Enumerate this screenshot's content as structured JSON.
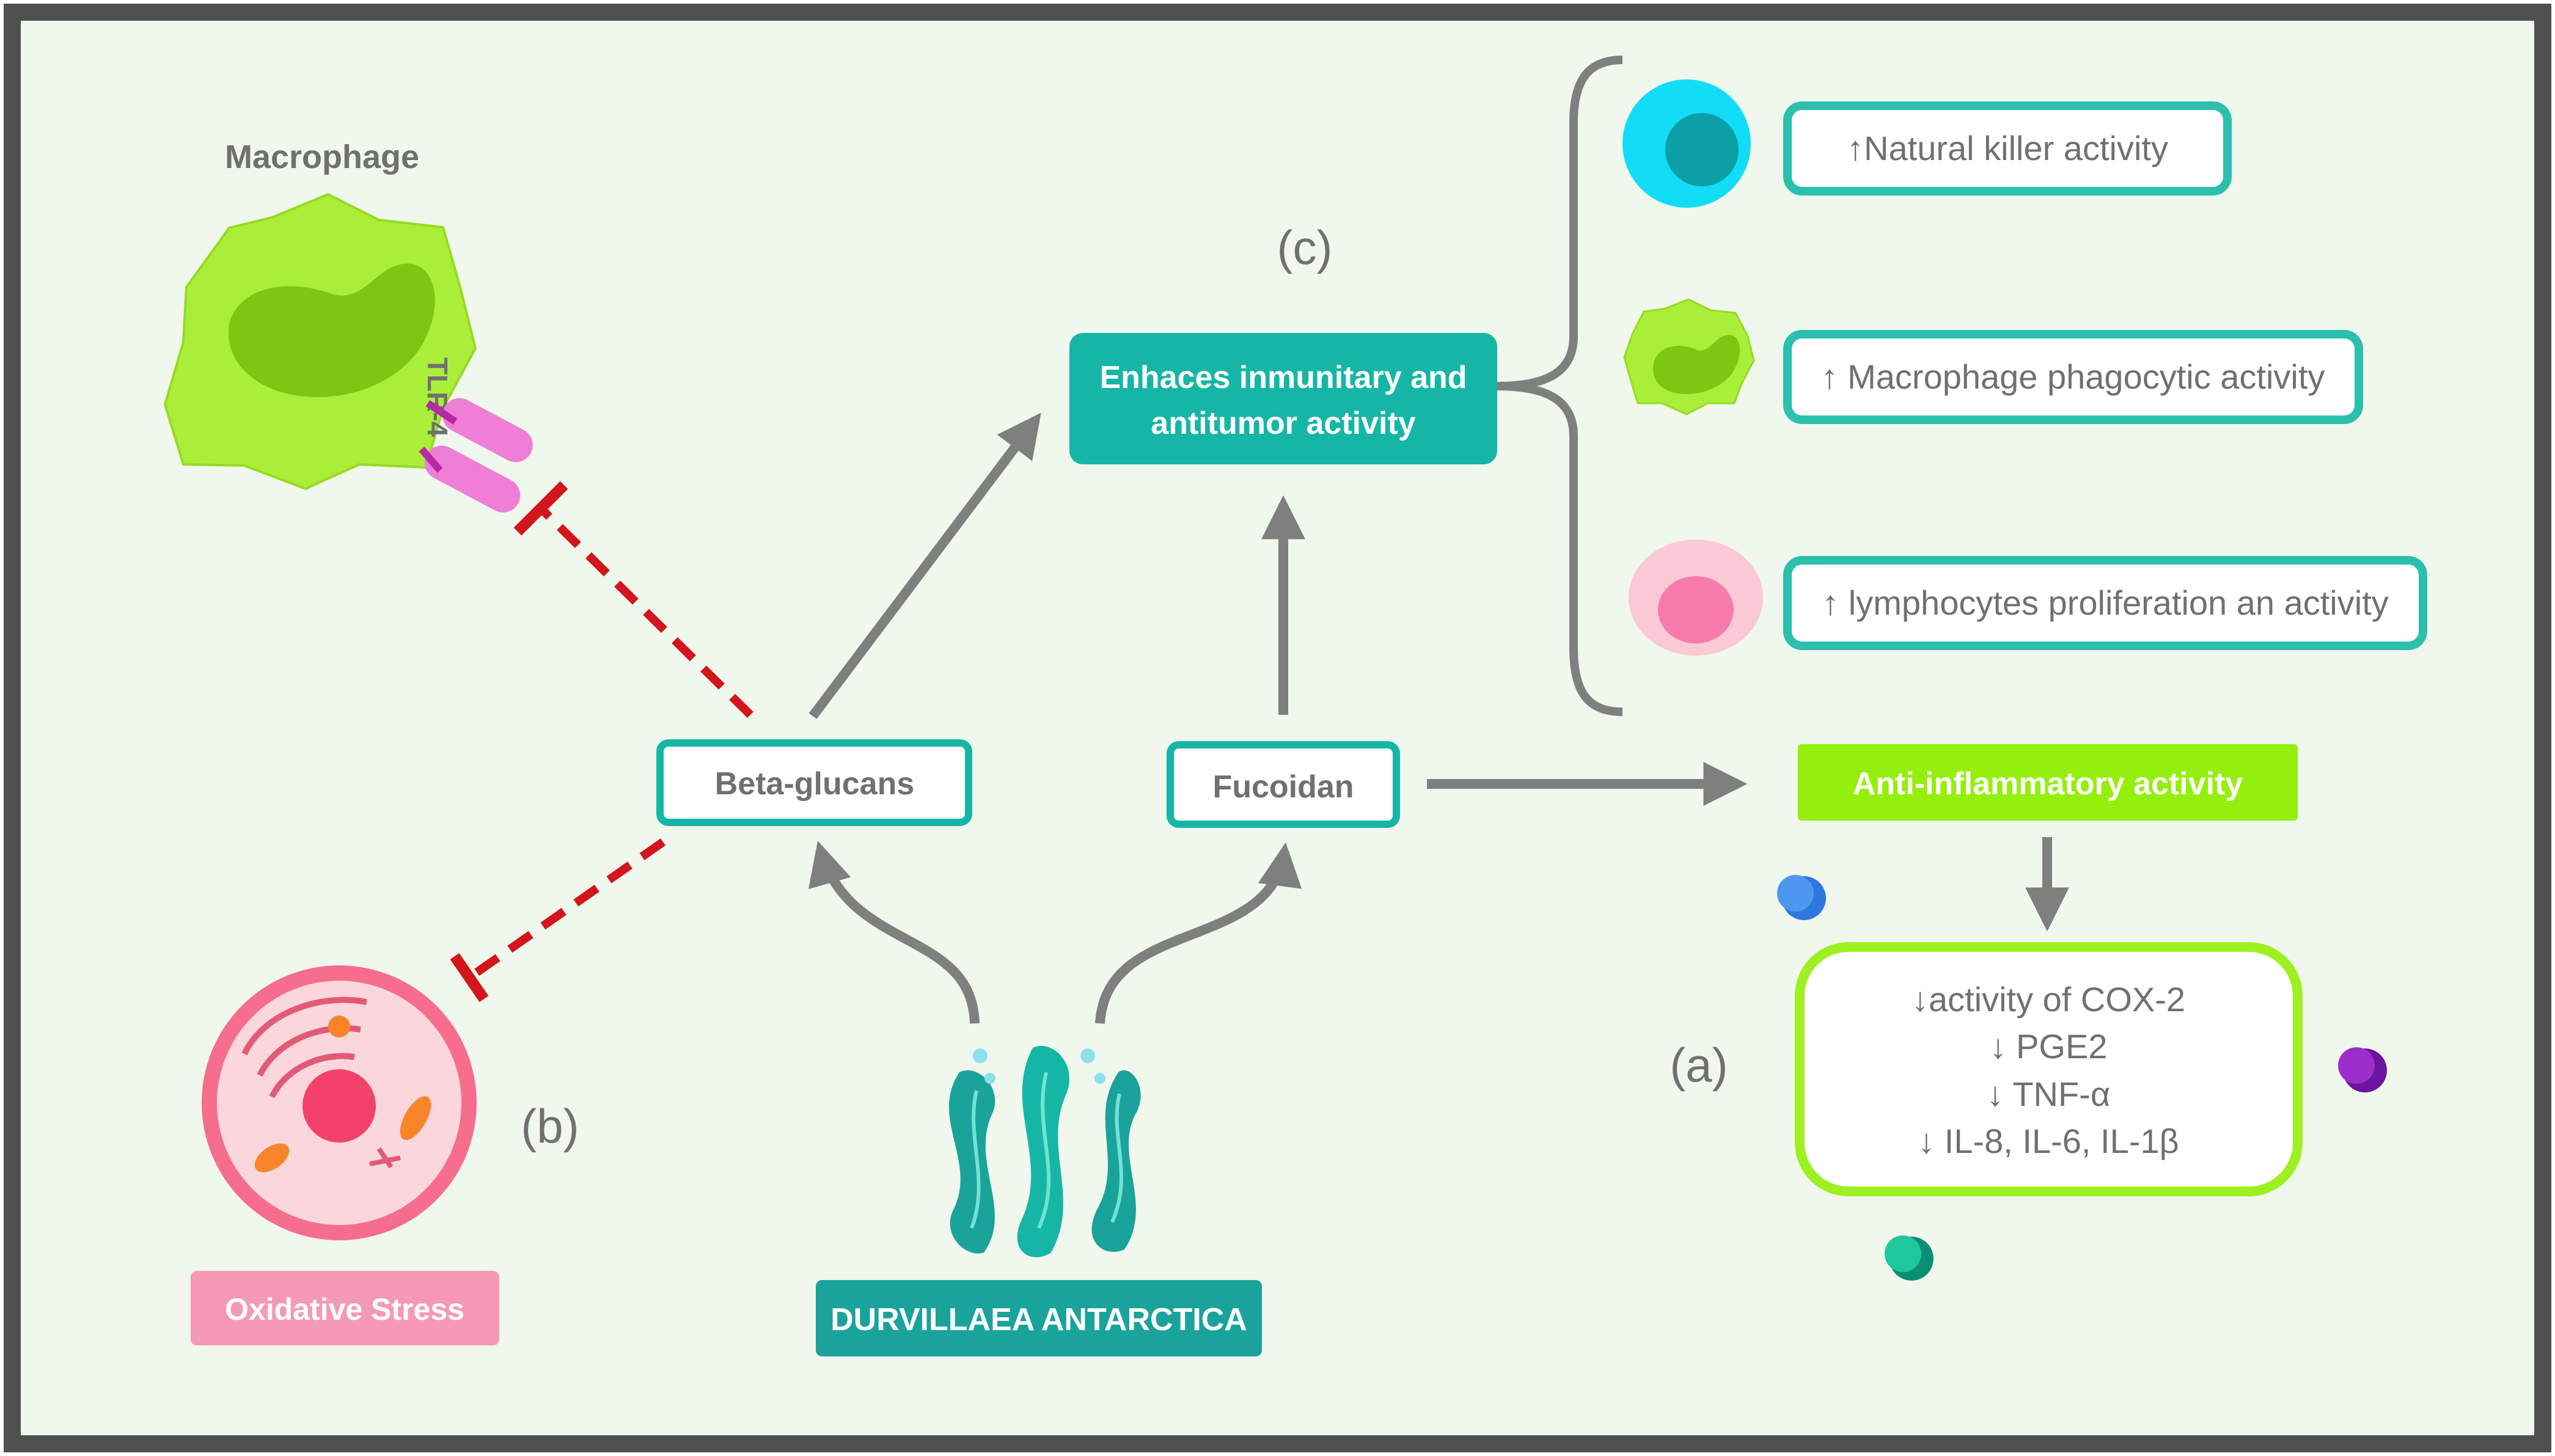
{
  "colors": {
    "background": "#f0f7ec",
    "frame": "#505050",
    "arrow": "#7f7f7f",
    "inhibit": "#d3151c",
    "teal": "#15b6a6",
    "teal_border": "#2bbfae",
    "dark_teal": "#1aa39a",
    "lime": "#94ef0c",
    "lime_border": "#9ef021",
    "pink": "#f59ab4",
    "grey_text": "#707070"
  },
  "labels": {
    "macrophage": "Macrophage",
    "tlr4": "TLR-4",
    "section_a": "(a)",
    "section_b": "(b)",
    "section_c": "(c)"
  },
  "nodes": {
    "beta_glucans": "Beta-glucans",
    "fucoidan": "Fucoidan",
    "durvillaea": "DURVILLAEA ANTARCTICA",
    "oxidative_stress": "Oxidative Stress",
    "enhances": [
      "Enhaces inmunitary and",
      "antitumor activity"
    ],
    "anti_inflammatory": "Anti-inflammatory activity"
  },
  "effects": {
    "natural_killer": "↑Natural killer activity",
    "macrophage_phagocytic": "↑ Macrophage phagocytic activity",
    "lymphocytes": "↑ lymphocytes proliferation an activity"
  },
  "inflammation_markers": [
    "↓activity of COX-2",
    "↓ PGE2",
    "↓ TNF-α",
    "↓ IL-8, IL-6, IL-1β"
  ],
  "icons": [
    "macrophage-icon",
    "stressed-cell-icon",
    "seaweed-icon",
    "nk-cell-icon",
    "lymphocyte-icon",
    "molecule-icon"
  ]
}
